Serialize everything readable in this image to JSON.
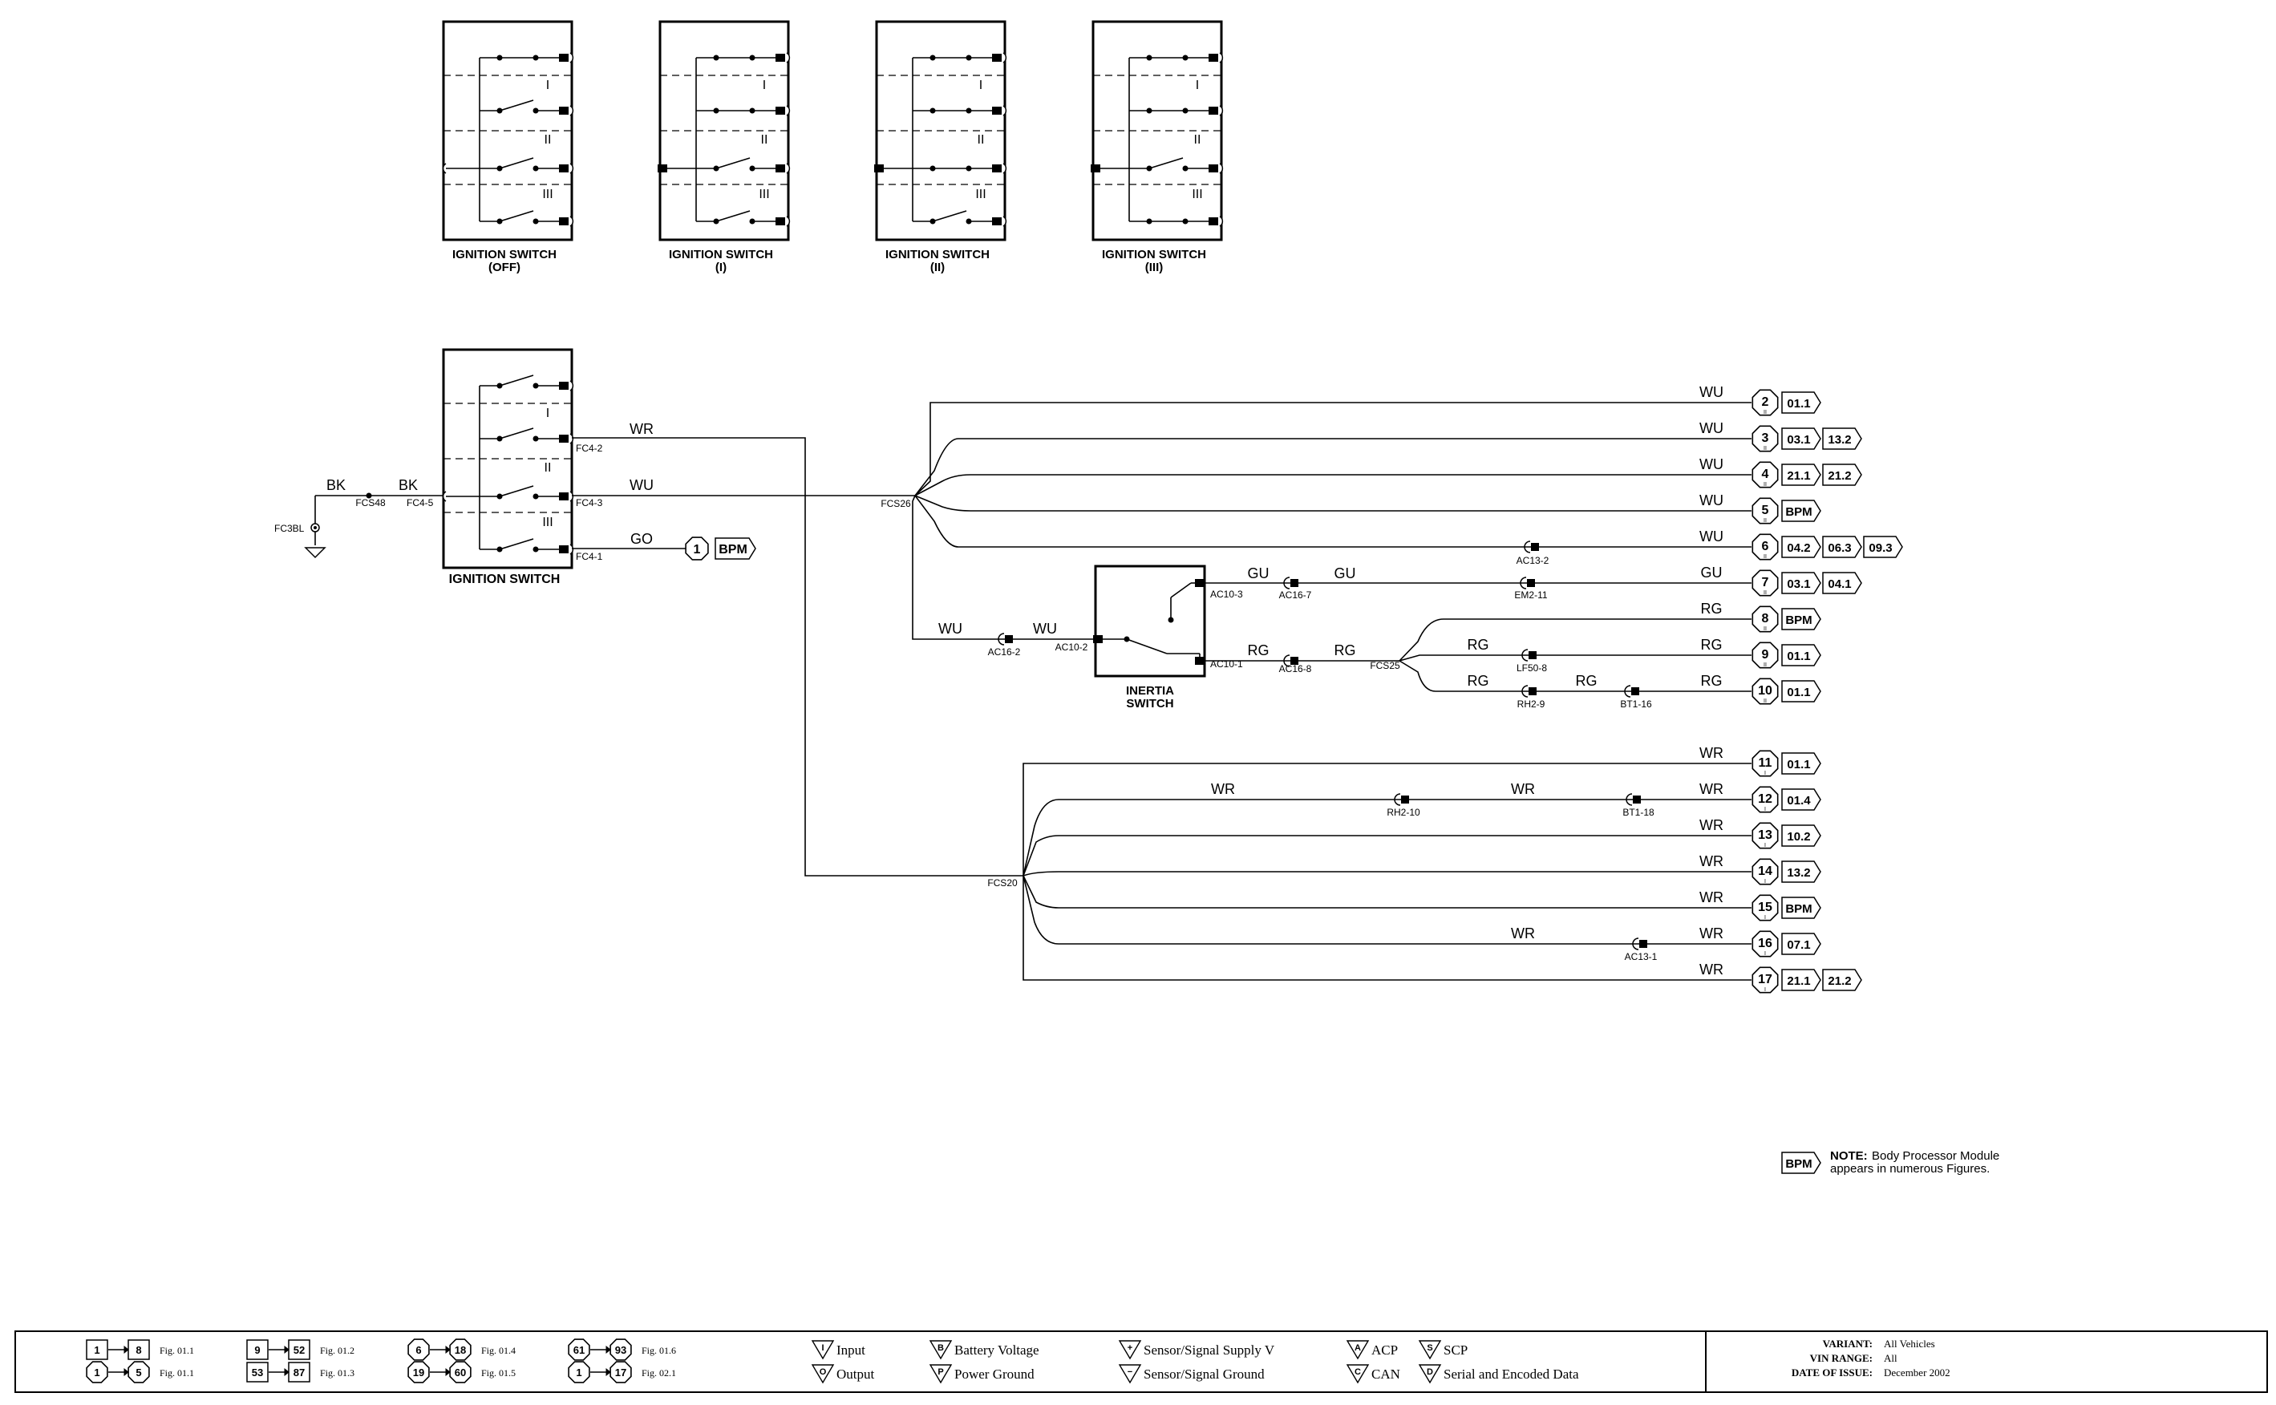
{
  "switch_states": [
    {
      "title": "IGNITION SWITCH",
      "state": "(OFF)"
    },
    {
      "title": "IGNITION SWITCH",
      "state": "(I)"
    },
    {
      "title": "IGNITION SWITCH",
      "state": "(II)"
    },
    {
      "title": "IGNITION SWITCH",
      "state": "(III)"
    }
  ],
  "position_labels": [
    "I",
    "II",
    "III"
  ],
  "main_switch": {
    "title": "IGNITION SWITCH",
    "pins": {
      "fc4_2": "FC4-2",
      "fc4_5": "FC4-5",
      "fc4_3": "FC4-3",
      "fc4_1": "FC4-1"
    }
  },
  "ground": {
    "label": "FC3BL",
    "splice": "FCS48",
    "wire_left": "BK",
    "wire_right": "BK"
  },
  "wires": {
    "wr": "WR",
    "wu": "WU",
    "go": "GO",
    "gu": "GU",
    "rg": "RG"
  },
  "splices": {
    "fcs26": "FCS26",
    "fcs25": "FCS25",
    "fcs20": "FCS20"
  },
  "connectors": {
    "ac16_2": "AC16-2",
    "ac10_2": "AC10-2",
    "ac10_3": "AC10-3",
    "ac10_1": "AC10-1",
    "ac16_7": "AC16-7",
    "ac16_8": "AC16-8",
    "ac13_2": "AC13-2",
    "em2_11": "EM2-11",
    "lf50_8": "LF50-8",
    "rh2_9": "RH2-9",
    "bt1_16": "BT1-16",
    "rh2_10": "RH2-10",
    "bt1_18": "BT1-18",
    "ac13_1": "AC13-1"
  },
  "inertia_switch": {
    "line1": "INERTIA",
    "line2": "SWITCH"
  },
  "go_ref": {
    "num": "1",
    "ref": "BPM"
  },
  "refs": [
    {
      "num": "2",
      "sub": "II",
      "wire": "WU",
      "refs": [
        "01.1"
      ]
    },
    {
      "num": "3",
      "sub": "II",
      "wire": "WU",
      "refs": [
        "03.1",
        "13.2"
      ]
    },
    {
      "num": "4",
      "sub": "II",
      "wire": "WU",
      "refs": [
        "21.1",
        "21.2"
      ]
    },
    {
      "num": "5",
      "sub": "II",
      "wire": "WU",
      "refs": [
        "BPM"
      ]
    },
    {
      "num": "6",
      "sub": "II",
      "wire": "WU",
      "refs": [
        "04.2",
        "06.3",
        "09.3"
      ]
    },
    {
      "num": "7",
      "sub": "II",
      "wire": "GU",
      "refs": [
        "03.1",
        "04.1"
      ]
    },
    {
      "num": "8",
      "sub": "II",
      "wire": "RG",
      "refs": [
        "BPM"
      ]
    },
    {
      "num": "9",
      "sub": "II",
      "wire": "RG",
      "refs": [
        "01.1"
      ]
    },
    {
      "num": "10",
      "sub": "II",
      "wire": "RG",
      "refs": [
        "01.1"
      ]
    },
    {
      "num": "11",
      "sub": "I",
      "wire": "WR",
      "refs": [
        "01.1"
      ]
    },
    {
      "num": "12",
      "sub": "I",
      "wire": "WR",
      "refs": [
        "01.4"
      ]
    },
    {
      "num": "13",
      "sub": "I",
      "wire": "WR",
      "refs": [
        "10.2"
      ]
    },
    {
      "num": "14",
      "sub": "I",
      "wire": "WR",
      "refs": [
        "13.2"
      ]
    },
    {
      "num": "15",
      "sub": "I",
      "wire": "WR",
      "refs": [
        "BPM"
      ]
    },
    {
      "num": "16",
      "sub": "I",
      "wire": "WR",
      "refs": [
        "07.1"
      ]
    },
    {
      "num": "17",
      "sub": "I",
      "wire": "WR",
      "refs": [
        "21.1",
        "21.2"
      ]
    }
  ],
  "note": {
    "tag": "BPM",
    "bold": "NOTE:",
    "line1": "Body Processor Module",
    "line2": "appears in numerous Figures."
  },
  "footer": {
    "ranges": [
      {
        "a": "1",
        "b": "8",
        "fig": "Fig. 01.1"
      },
      {
        "a": "1",
        "b": "5",
        "fig": "Fig. 01.1"
      },
      {
        "a": "9",
        "b": "52",
        "fig": "Fig. 01.2"
      },
      {
        "a": "53",
        "b": "87",
        "fig": "Fig. 01.3"
      },
      {
        "a": "6",
        "b": "18",
        "fig": "Fig. 01.4"
      },
      {
        "a": "19",
        "b": "60",
        "fig": "Fig. 01.5"
      },
      {
        "a": "61",
        "b": "93",
        "fig": "Fig. 01.6"
      },
      {
        "a": "1",
        "b": "17",
        "fig": "Fig. 02.1"
      }
    ],
    "legend": [
      {
        "sym": "I",
        "label": "Input"
      },
      {
        "sym": "O",
        "label": "Output"
      },
      {
        "sym": "B",
        "label": "Battery Voltage"
      },
      {
        "sym": "P",
        "label": "Power Ground"
      },
      {
        "sym": "+",
        "label": "Sensor/Signal Supply V"
      },
      {
        "sym": "−",
        "label": "Sensor/Signal Ground"
      },
      {
        "sym": "A",
        "label": "ACP"
      },
      {
        "sym": "C",
        "label": "CAN"
      },
      {
        "sym": "S",
        "label": "SCP"
      },
      {
        "sym": "D",
        "label": "Serial and Encoded Data"
      }
    ],
    "info": [
      {
        "label": "VARIANT:",
        "value": "All Vehicles"
      },
      {
        "label": "VIN RANGE:",
        "value": "All"
      },
      {
        "label": "DATE OF ISSUE:",
        "value": "December 2002"
      }
    ]
  }
}
